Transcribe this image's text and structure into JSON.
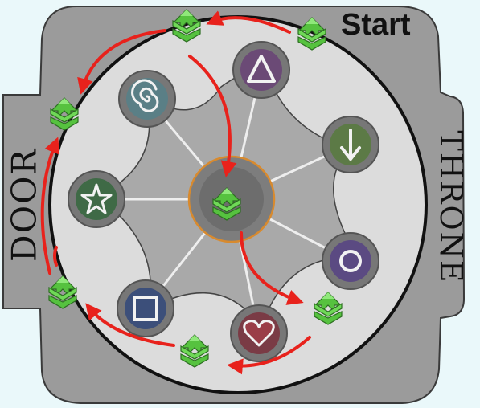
{
  "labels": {
    "start": "Start",
    "door": "DOOR",
    "throne": "THRONE"
  },
  "runes": [
    {
      "name": "spiral",
      "tint": "#5a7f86"
    },
    {
      "name": "triangle",
      "tint": "#6b4a76"
    },
    {
      "name": "arrow-down",
      "tint": "#5c7a46"
    },
    {
      "name": "circle",
      "tint": "#5b4a82"
    },
    {
      "name": "heart",
      "tint": "#7a3b45"
    },
    {
      "name": "square",
      "tint": "#3c4f7a"
    },
    {
      "name": "star",
      "tint": "#3f6a46"
    }
  ],
  "colors": {
    "background": "#eaf8fa",
    "room": "#9a9a9a",
    "platform": "#d9d9d9",
    "arrow": "#e8221c",
    "marker": "#56c23f",
    "center_ring": "#d88a2e"
  },
  "path_markers": [
    "start",
    "top",
    "door-upper",
    "door-lower",
    "bottom",
    "right-lower",
    "center"
  ]
}
